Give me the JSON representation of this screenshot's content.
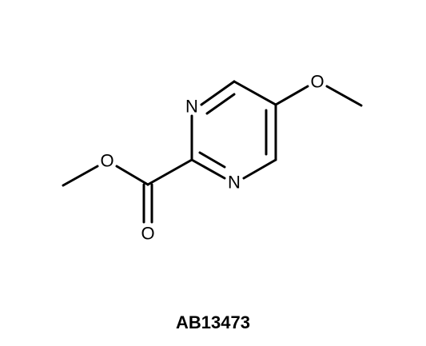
{
  "molecule": {
    "atoms": {
      "n_top": "N",
      "n_bottom": "N",
      "o_methoxy": "O",
      "o_ester": "O",
      "o_carbonyl": "O"
    }
  },
  "caption": {
    "compound_id": "AB13473"
  },
  "colors": {
    "ink": "#000000",
    "background": "#ffffff"
  }
}
